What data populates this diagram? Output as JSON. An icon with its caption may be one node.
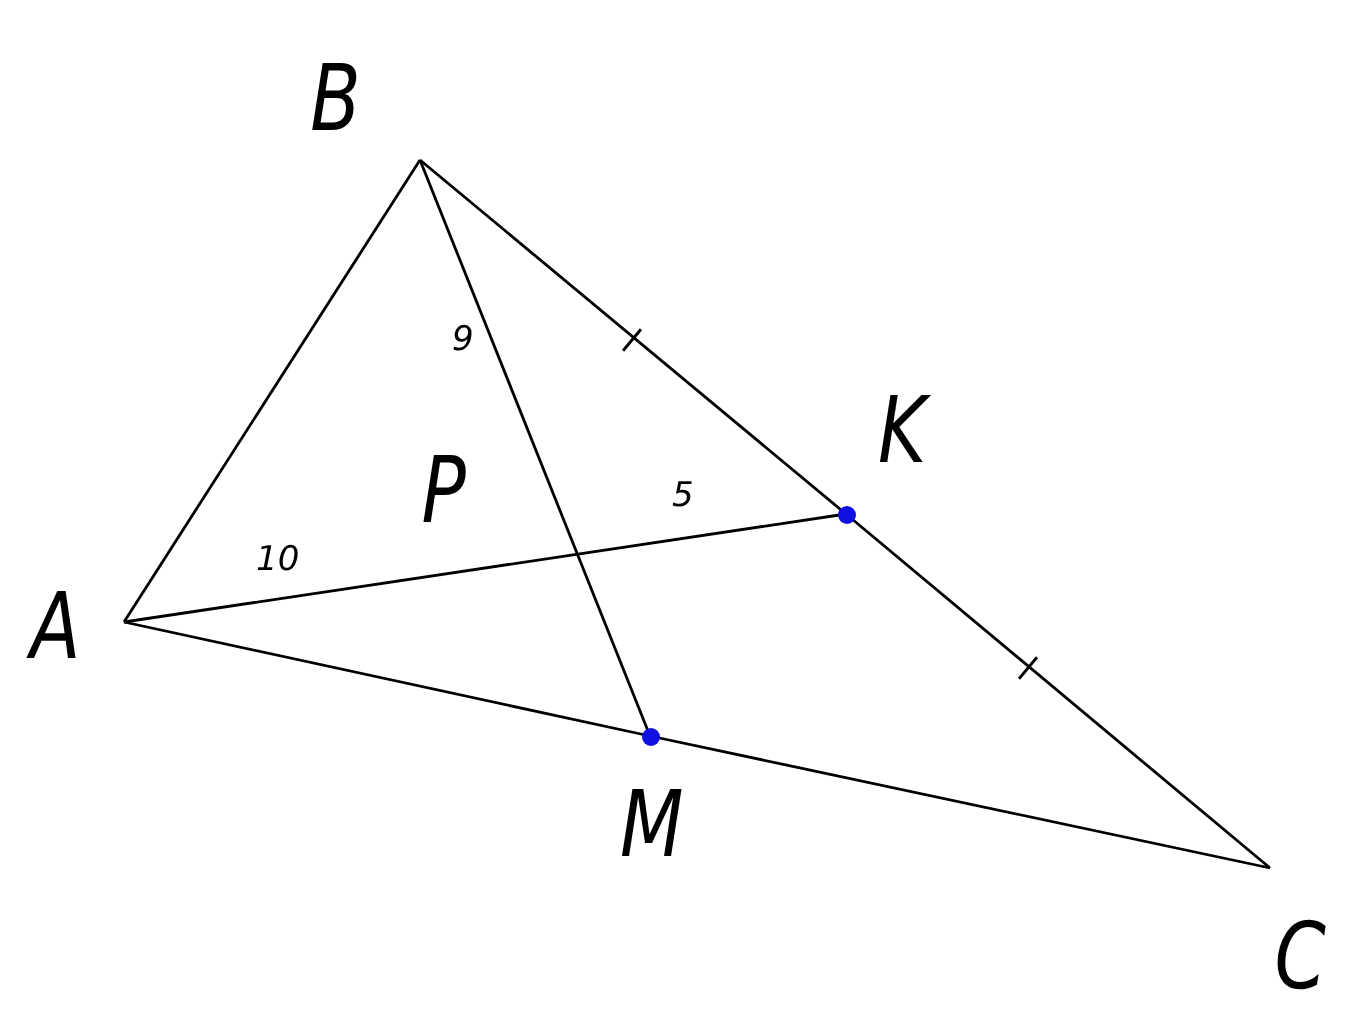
{
  "diagram": {
    "nodes": [
      {
        "text": [
          "B"
        ]
      },
      {
        "text": [
          "A"
        ]
      },
      {
        "text": [
          "K"
        ]
      },
      {
        "text": [
          "M"
        ]
      },
      {
        "text": [
          "C"
        ]
      }
    ],
    "edges": [
      {
        "from": 1,
        "to": 0,
        "arrow": "none"
      },
      {
        "from": 0,
        "to": 2,
        "arrow": "none"
      },
      {
        "from": 2,
        "to": 4,
        "arrow": "none"
      },
      {
        "from": 1,
        "to": 3,
        "arrow": "none"
      },
      {
        "from": 3,
        "to": 4,
        "arrow": "none"
      },
      {
        "from": 0,
        "to": 3,
        "arrow": "none"
      },
      {
        "from": 1,
        "to": 2,
        "arrow": "none"
      }
    ],
    "labels": [
      "9",
      "P",
      "5",
      "10"
    ]
  }
}
